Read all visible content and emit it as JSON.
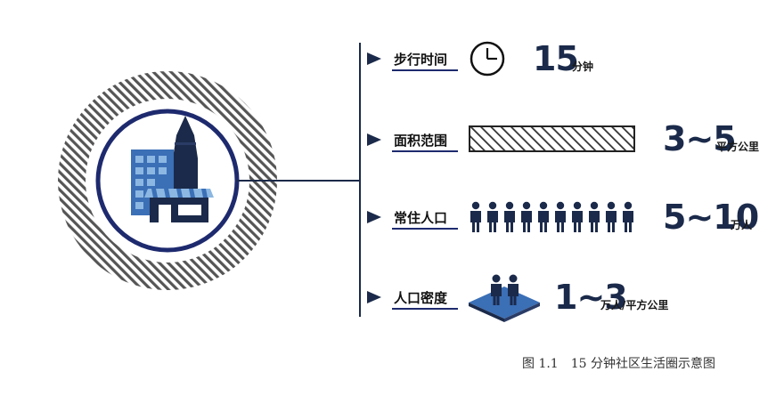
{
  "colors": {
    "navy": "#1e2a6e",
    "dark_navy": "#1b2a4a",
    "blue": "#3b6fb6",
    "light_blue": "#8bb7e2",
    "hatch": "#555555"
  },
  "icons": {
    "center": "city-buildings-icon",
    "walking_time": "clock-icon",
    "area": "hatched-bar-icon",
    "population": "people-row-icon",
    "density": "people-on-platform-icon"
  },
  "rows": [
    {
      "label": "步行时间",
      "value": "15",
      "unit": "分钟"
    },
    {
      "label": "面积范围",
      "value": "3~5",
      "unit": "平方公里"
    },
    {
      "label": "常住人口",
      "value": "5~10",
      "unit": "万人"
    },
    {
      "label": "人口密度",
      "value": "1~3",
      "unit": "万人/平方公里"
    }
  ],
  "caption": "图 1.1　15 分钟社区生活圈示意图"
}
